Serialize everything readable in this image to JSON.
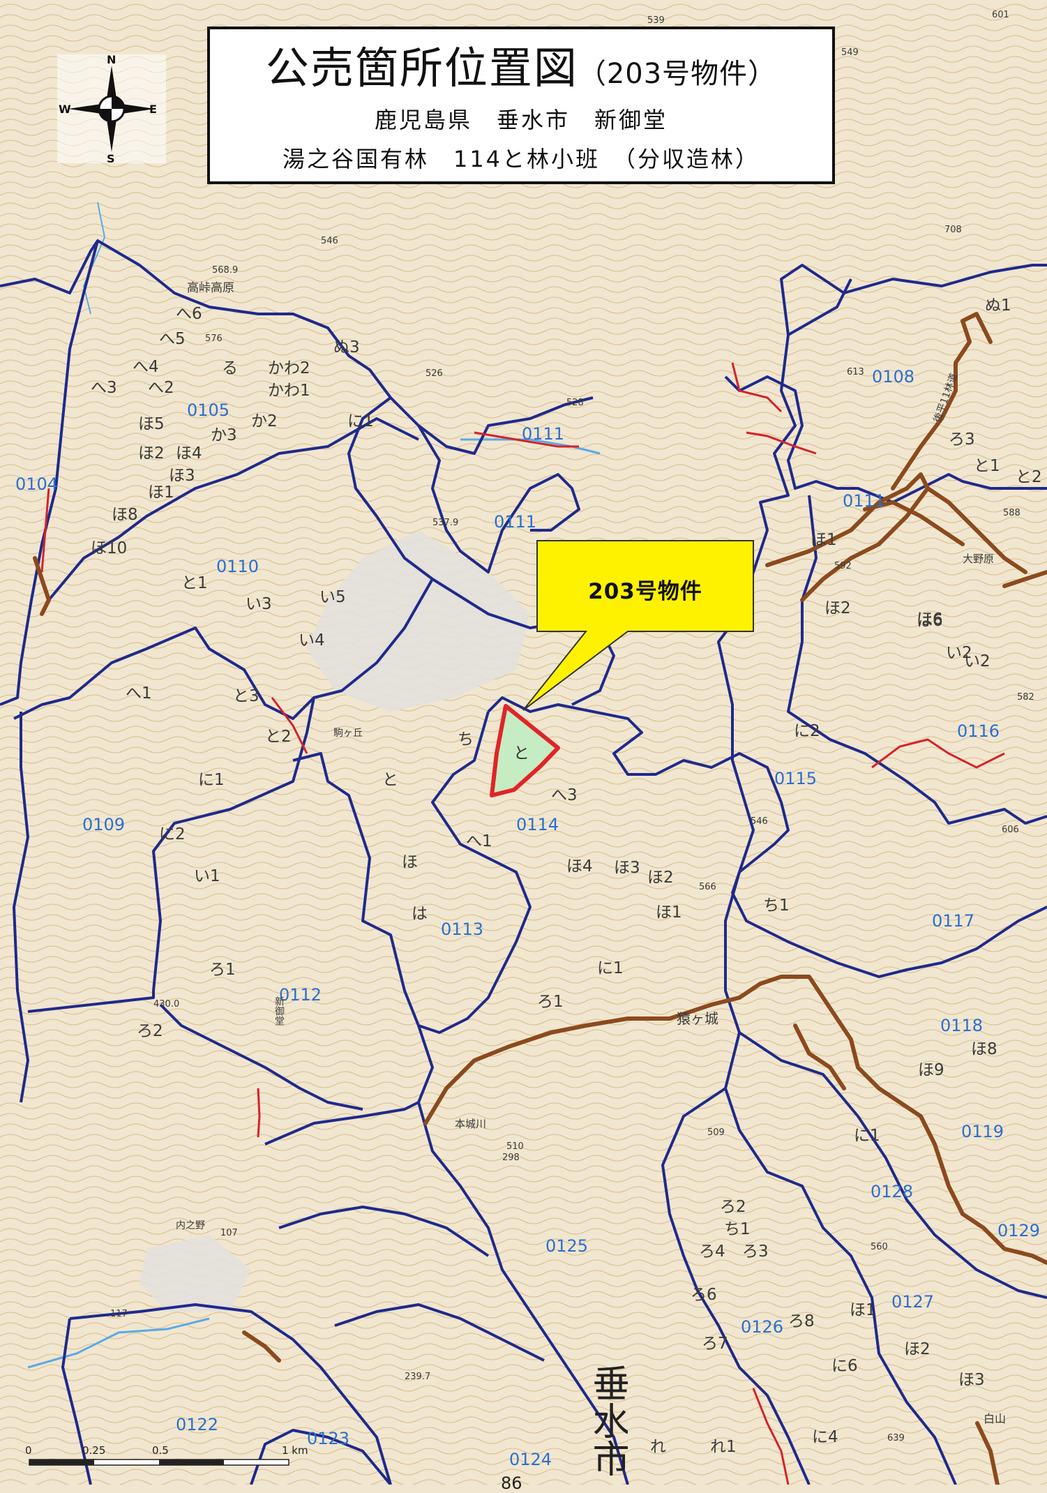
{
  "title": {
    "main": "公売箇所位置図",
    "sub": "（203号物件）",
    "line1": "鹿児島県　垂水市　新御堂",
    "line2": "湯之谷国有林　114と林小班　（分収造林）"
  },
  "callout": {
    "label": "203号物件",
    "target_label": "と"
  },
  "compass": {
    "n": "N",
    "s": "S",
    "e": "E",
    "w": "W"
  },
  "compartments": [
    "0104",
    "0105",
    "0108",
    "0109",
    "0110",
    "0111",
    "0111",
    "0111",
    "0112",
    "0113",
    "0114",
    "0115",
    "0116",
    "0117",
    "0118",
    "0119",
    "0122",
    "0123",
    "0124",
    "0125",
    "0126",
    "0127",
    "0128",
    "0129"
  ],
  "parcels": [
    "へ6",
    "へ5",
    "へ4",
    "へ3",
    "へ2",
    "ほ5",
    "ほ2",
    "ほ4",
    "ほ3",
    "ほ1",
    "ほ8",
    "ほ10",
    "る",
    "かわ2",
    "かわ1",
    "ぬ3",
    "ぬ1",
    "か2",
    "か3",
    "に1",
    "い3",
    "い4",
    "い5",
    "と1",
    "と3",
    "と2",
    "へ1",
    "に1",
    "に2",
    "い1",
    "ろ1",
    "ろ2",
    "ほ",
    "は",
    "ち",
    "と",
    "へ3",
    "へ1",
    "ほ4",
    "ほ3",
    "ほ2",
    "ほ1",
    "に1",
    "ろ1",
    "ほ6",
    "ほ2",
    "は6",
    "い2",
    "に2",
    "ほ1",
    "ち1",
    "に1",
    "ほ9",
    "ほ8",
    "ろ2",
    "ち1",
    "ろ4",
    "ろ3",
    "ろ6",
    "ろ7",
    "ろ8",
    "に6",
    "ほ1",
    "ほ2",
    "ほ3",
    "に4",
    "れ1",
    "れ",
    "い2",
    "ろ3",
    "と2",
    "と1"
  ],
  "places": [
    "高峠高原",
    "猿ヶ城",
    "本城川",
    "内之野",
    "新御堂",
    "大野原",
    "駒ヶ丘",
    "後平11林道",
    "白山"
  ],
  "town_name": "垂水市",
  "elevations": [
    "539",
    "601",
    "549",
    "546",
    "568.9",
    "526",
    "528",
    "576",
    "588",
    "537.9",
    "592",
    "708",
    "582",
    "606",
    "566",
    "546",
    "510",
    "509",
    "298",
    "430.0",
    "560",
    "639",
    "117",
    "107",
    "239.7",
    "613"
  ],
  "scale": {
    "ticks": [
      "0",
      "0.25",
      "0.5",
      "",
      "1 km"
    ]
  },
  "page_number": "86",
  "colors": {
    "terrain": "#f1e6cf",
    "contour": "#c9a46a",
    "boundary": "#1f2a8c",
    "forest_road": "#8b4a1e",
    "red_route": "#d5222a",
    "target_fill": "#c6ecc3",
    "target_outline": "#e0242a",
    "callout_fill": "#fff200",
    "compartment_label": "#2a6fd1"
  }
}
